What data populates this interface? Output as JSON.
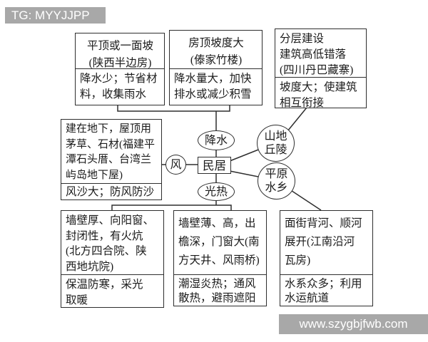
{
  "watermark": {
    "header_text": "TG: MYYJJPP",
    "footer_text": "www.szygbjfwb.com"
  },
  "colors": {
    "background": "#ffffff",
    "line_and_border": "#2e2e2e",
    "text": "#1b1b1b",
    "watermark_bar": "#a8a8a8",
    "watermark_text": "#ffffff"
  },
  "nodes": {
    "dwelling": "民居",
    "precipitation": "降水",
    "wind": "风",
    "light_heat": "光热",
    "mountain_hill": "山地\n丘陵",
    "plain_water": "平原\n水乡"
  },
  "boxes": [
    {
      "id": "flat-roof",
      "feature": "平顶或一面坡\n(陕西半边房)",
      "reason": "降水少；节省材\n料，收集雨水"
    },
    {
      "id": "steep-roof",
      "feature": "房顶坡度大\n(傣家竹楼)",
      "reason": "降水量大，加快\n排水或减少积雪"
    },
    {
      "id": "layered-building",
      "feature": "分层建设\n建筑高低错落\n(四川丹巴藏寨)",
      "reason": "坡度大；使建筑\n相互衔接"
    },
    {
      "id": "underground",
      "feature": "建在地下，屋顶用\n茅草、石材(福建平\n潭石头厝、台湾兰\n屿岛地下屋)",
      "reason": "风沙大；防风防沙"
    },
    {
      "id": "thick-wall",
      "feature": "墙壁厚、向阳窗、\n封闭性，有火炕\n(北方四合院、陕\n西地坑院)",
      "reason": "保温防寒，采光\n取暖"
    },
    {
      "id": "thin-wall",
      "feature": "墙壁薄、高，出\n檐深，门窗大(南\n方天井、风雨桥)",
      "reason": "潮湿炎热；通风\n散热，避雨遮阳"
    },
    {
      "id": "riverside",
      "feature": "面街背河、顺河\n展开(江南沿河\n瓦房)",
      "reason": "水系众多；利用\n水运航道"
    }
  ]
}
